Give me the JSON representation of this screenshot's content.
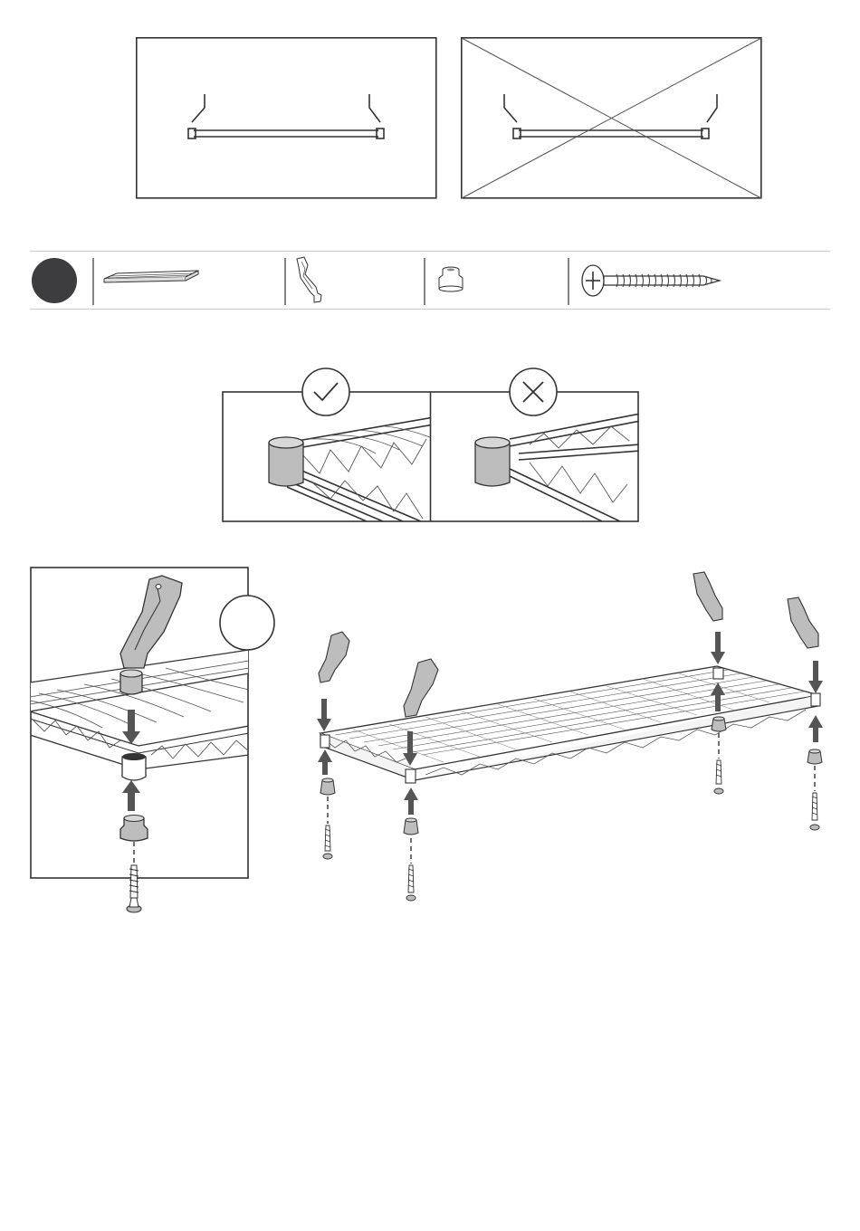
{
  "page": {
    "background": "#ffffff",
    "ink": "#333333",
    "step_circle_color": "#3d3d3f",
    "highlight_fill": "#bdbdbd"
  },
  "orientation_panels": [
    {
      "status": "correct",
      "icon": "rod-level-icon"
    },
    {
      "status": "incorrect",
      "icon": "crossed-out-icon"
    }
  ],
  "parts_strip": {
    "step_marker": "filled-circle",
    "items": [
      {
        "icon": "wire-shelf-icon"
      },
      {
        "icon": "bracket-icon"
      },
      {
        "icon": "foot-cap-icon"
      },
      {
        "icon": "screw-icon"
      }
    ]
  },
  "comparison": {
    "left": {
      "status": "correct",
      "icon": "checkmark-icon"
    },
    "right": {
      "status": "incorrect",
      "icon": "cross-icon"
    }
  },
  "detail": {
    "callout": "empty-circle"
  }
}
